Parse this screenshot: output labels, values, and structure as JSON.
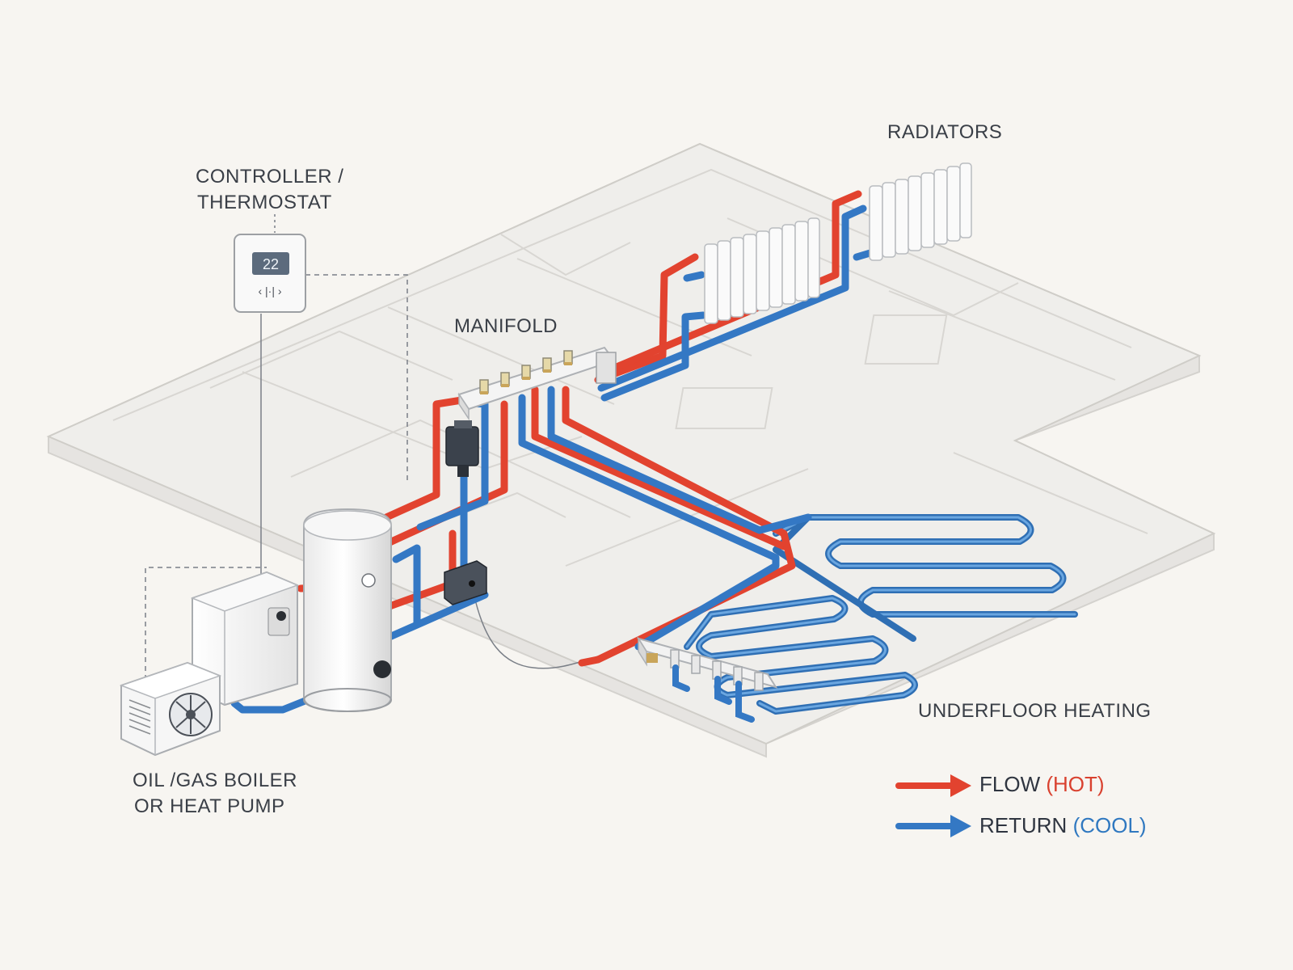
{
  "labels": {
    "controller_line1": "CONTROLLER /",
    "controller_line2": "THERMOSTAT",
    "radiators": "RADIATORS",
    "manifold": "MANIFOLD",
    "boiler_line1": "OIL /GAS BOILER",
    "boiler_line2": "OR HEAT PUMP",
    "underfloor": "UNDERFLOOR HEATING"
  },
  "thermostat": {
    "display_value": "22",
    "buttons": "‹ |·| ›"
  },
  "legend": {
    "flow_label": "FLOW",
    "flow_note": "(HOT)",
    "return_label": "RETURN",
    "return_note": "(COOL)"
  },
  "colors": {
    "flow": "#e2432f",
    "return": "#3478c4",
    "background": "#f7f5f1",
    "floor": "#ecebe8"
  }
}
